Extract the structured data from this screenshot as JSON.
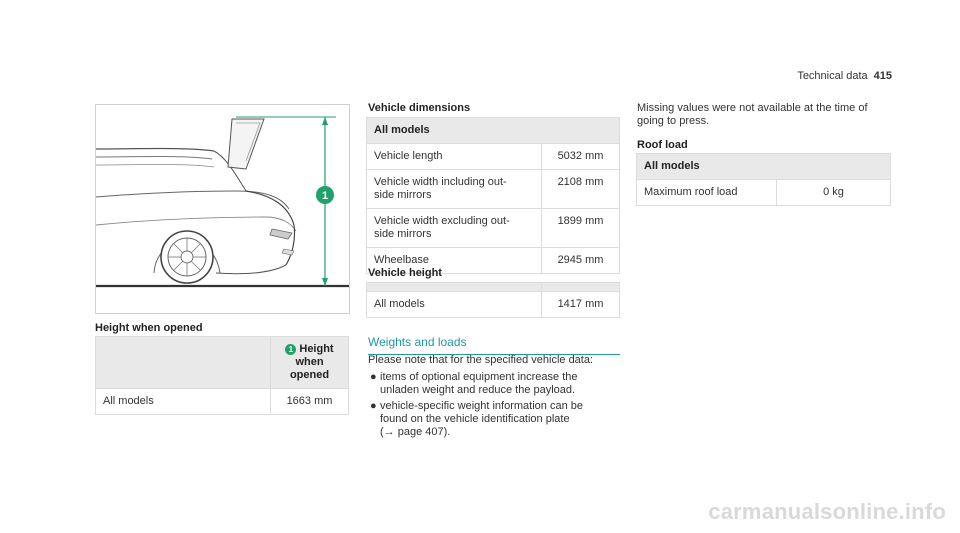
{
  "header": {
    "title": "Technical data",
    "page_number": "415"
  },
  "figure": {
    "callout": "1"
  },
  "height_opened": {
    "title": "Height when opened",
    "head_callout": "1",
    "head_lines": [
      "Height",
      "when",
      "opened"
    ],
    "rows": [
      {
        "label": "All models",
        "value": "1663 mm"
      }
    ]
  },
  "vehicle_dimensions": {
    "title": "Vehicle dimensions",
    "header": "All models",
    "rows": [
      {
        "label": "Vehicle length",
        "value": "5032 mm"
      },
      {
        "label": "Vehicle width including out-side mirrors",
        "label_lines": [
          "Vehicle width including out-",
          "side mirrors"
        ],
        "value": "2108 mm"
      },
      {
        "label": "Vehicle width excluding out-side mirrors",
        "label_lines": [
          "Vehicle width excluding out-",
          "side mirrors"
        ],
        "value": "1899 mm"
      },
      {
        "label": "Wheelbase",
        "value": "2945 mm"
      }
    ]
  },
  "vehicle_height": {
    "title": "Vehicle height",
    "rows": [
      {
        "label": "All models",
        "value": "1417 mm"
      }
    ]
  },
  "weights": {
    "title": "Weights and loads",
    "intro": "Please note that for the specified vehicle data:",
    "bullets": [
      [
        "items of optional equipment increase the",
        "unladen weight and reduce the payload."
      ],
      [
        "vehicle-specific weight information can be",
        "found on the vehicle identification plate",
        "(→ page 407)."
      ]
    ],
    "bullet_char": "●"
  },
  "missing_note": [
    "Missing values were not available at the time of",
    "going to press."
  ],
  "roof_load": {
    "title": "Roof load",
    "header": "All models",
    "rows": [
      {
        "label": "Maximum roof load",
        "value": "0 kg"
      }
    ]
  },
  "watermark": "carmanualsonline.info",
  "colors": {
    "accent": "#1f9aa3",
    "callout": "#22a06b",
    "table_header": "#e9e9e9"
  }
}
